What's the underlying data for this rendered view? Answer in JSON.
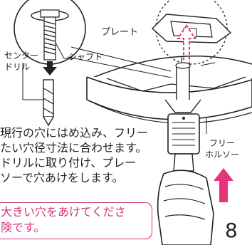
{
  "labels": {
    "plate": "プレート",
    "center_drill_line1": "センター",
    "center_drill_line2": "ドリル",
    "shaft": "シャフト",
    "free_holesaw_line1": "フリー",
    "free_holesaw_line2": "ホルソー"
  },
  "instructions": [
    "現行の穴にはめ込み、フリー",
    "たい穴径寸法に合わせます。",
    "ドリルに取り付け、プレー",
    "ソーで穴あけをします。"
  ],
  "warning": {
    "line1": "大きい穴をあけてくださ",
    "line2": "険です。"
  },
  "page_number": "8",
  "colors": {
    "accent_arrow": "#e6337a",
    "warning_text": "#d0357a",
    "line_art": "#222222"
  },
  "icons": [
    "up-arrow-icon",
    "down-arrow-icon"
  ]
}
